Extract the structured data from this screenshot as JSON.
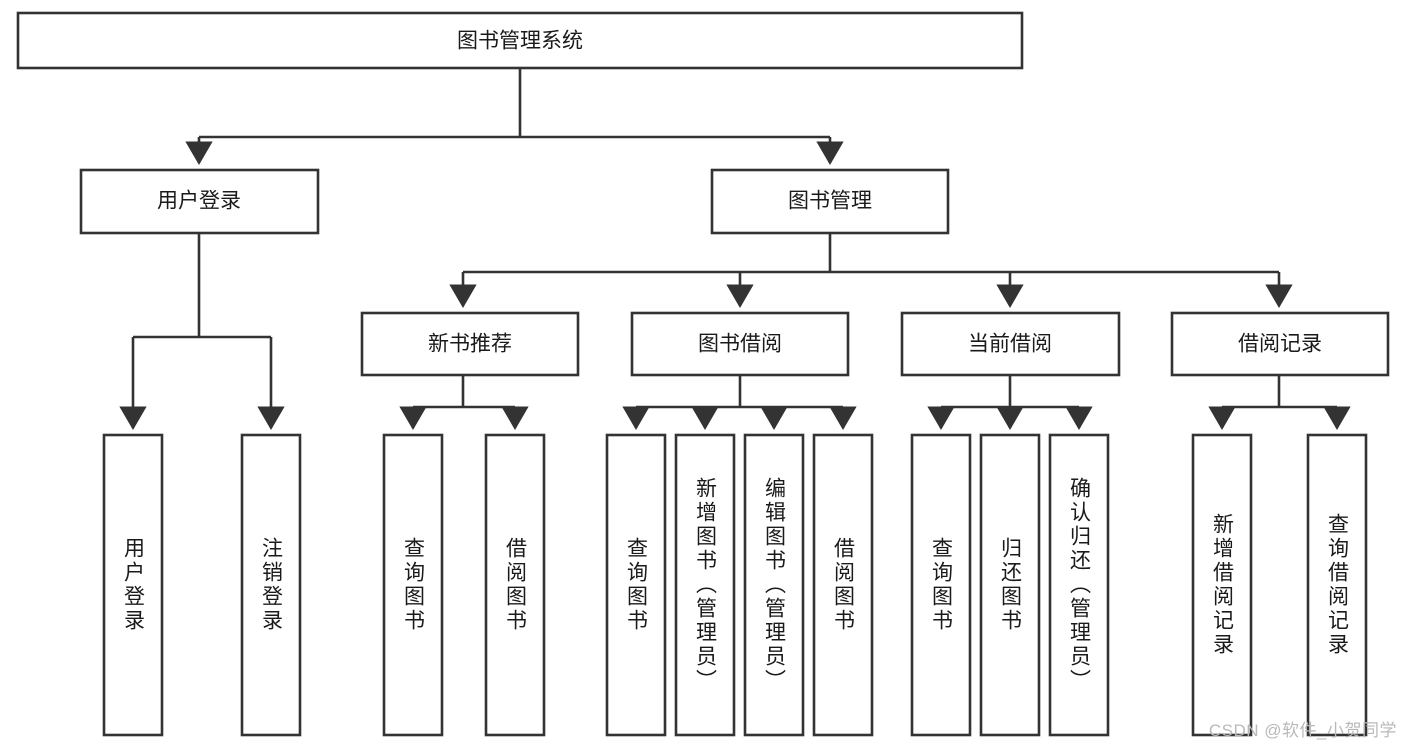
{
  "diagram": {
    "type": "tree",
    "title": "图书管理系统",
    "watermark": "CSDN @软件_小贺同学",
    "colors": {
      "stroke": "#333333",
      "fill": "#ffffff",
      "text": "#1a1a1a",
      "watermark": "#b9b9b9"
    },
    "levels": {
      "root": {
        "label": "图书管理系统"
      },
      "level2": [
        {
          "label": "用户登录"
        },
        {
          "label": "图书管理"
        }
      ],
      "level3": [
        {
          "label": "新书推荐"
        },
        {
          "label": "图书借阅"
        },
        {
          "label": "当前借阅"
        },
        {
          "label": "借阅记录"
        }
      ]
    },
    "groups": [
      {
        "parent": "用户登录",
        "leaves": [
          {
            "label": "用户登录",
            "orientation": "vertical"
          },
          {
            "label": "注销登录",
            "orientation": "vertical"
          }
        ]
      },
      {
        "parent": "新书推荐",
        "leaves": [
          {
            "label": "查询图书",
            "orientation": "vertical"
          },
          {
            "label": "借阅图书",
            "orientation": "vertical"
          }
        ]
      },
      {
        "parent": "图书借阅",
        "leaves": [
          {
            "label": "查询图书",
            "orientation": "vertical"
          },
          {
            "label": "新增图书（管理员）",
            "orientation": "vertical"
          },
          {
            "label": "编辑图书（管理员）",
            "orientation": "vertical"
          },
          {
            "label": "借阅图书",
            "orientation": "vertical"
          }
        ]
      },
      {
        "parent": "当前借阅",
        "leaves": [
          {
            "label": "查询图书",
            "orientation": "vertical"
          },
          {
            "label": "归还图书",
            "orientation": "vertical"
          },
          {
            "label": "确认归还（管理员）",
            "orientation": "vertical"
          }
        ]
      },
      {
        "parent": "借阅记录",
        "leaves": [
          {
            "label": "新增借阅记录",
            "orientation": "vertical"
          },
          {
            "label": "查询借阅记录",
            "orientation": "vertical"
          }
        ]
      }
    ]
  }
}
